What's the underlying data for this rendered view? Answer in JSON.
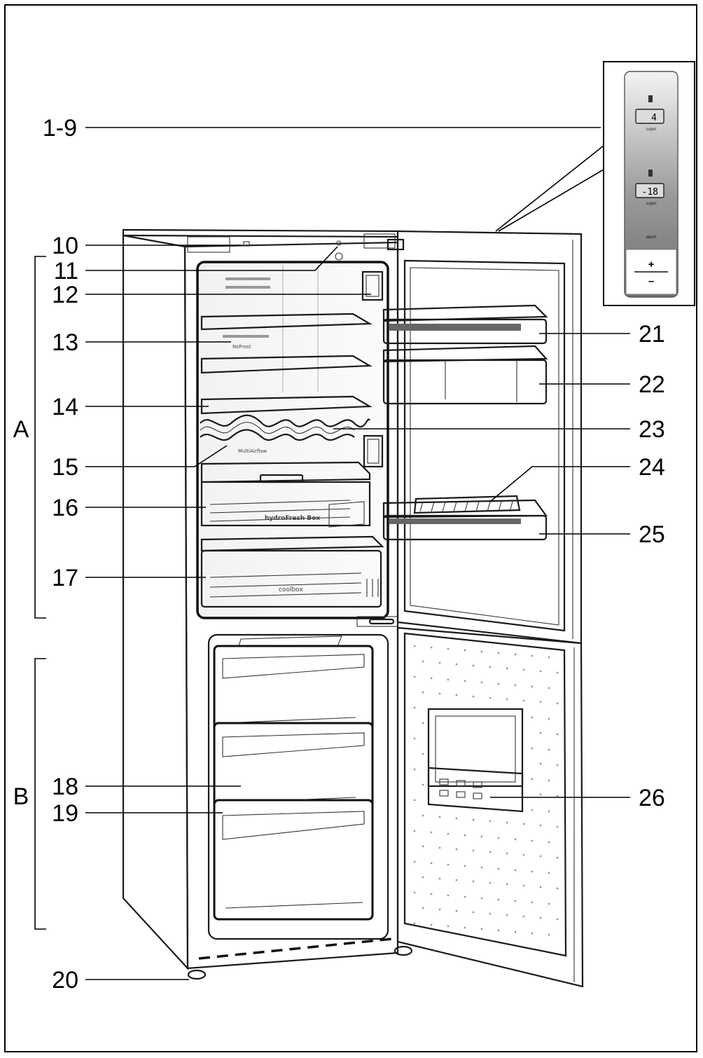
{
  "callouts": {
    "c1_9": "1-9",
    "c10": "10",
    "c11": "11",
    "c12": "12",
    "c13": "13",
    "c14": "14",
    "c15": "15",
    "c16": "16",
    "c17": "17",
    "c18": "18",
    "c19": "19",
    "c20": "20",
    "c21": "21",
    "c22": "22",
    "c23": "23",
    "c24": "24",
    "c25": "25",
    "c26": "26"
  },
  "zones": {
    "a": "A",
    "b": "B"
  },
  "panel": {
    "fridge_temp": "4",
    "freezer_temp": "-18",
    "super_label": "super",
    "alarm_label": "alarm",
    "plus": "+",
    "minus": "–"
  },
  "printed": {
    "nofrost": "NoFrost",
    "multiairflow": "MultiAirflow",
    "hydrofresh": "hydroFresh Box",
    "coolbox": "coolbox"
  }
}
